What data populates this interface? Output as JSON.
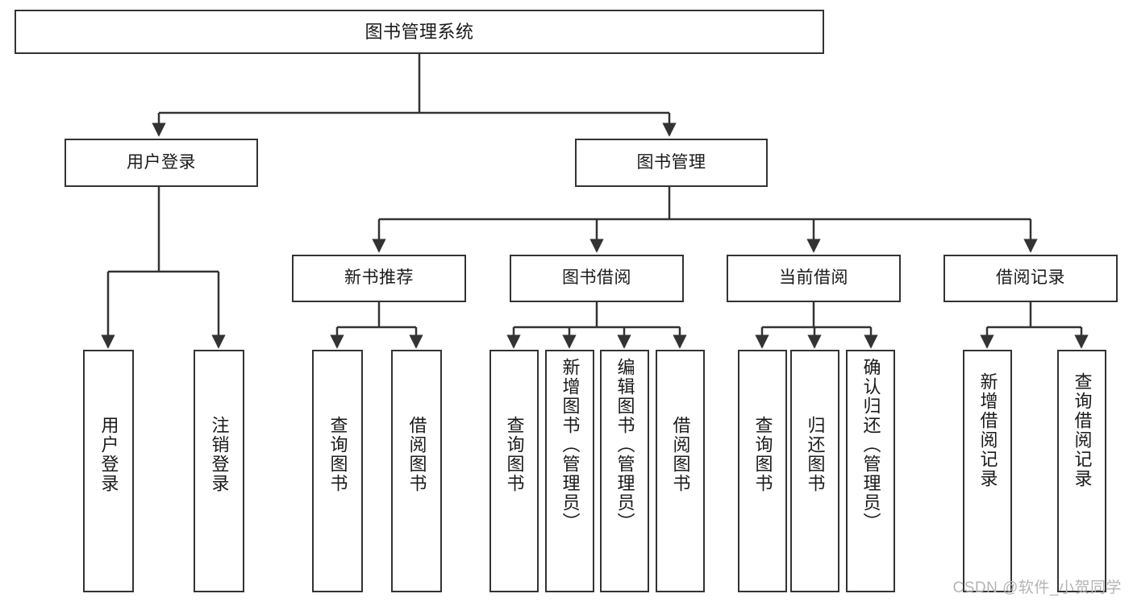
{
  "diagram": {
    "type": "tree",
    "title": "图书管理系统",
    "root": {
      "label": "图书管理系统"
    },
    "level2": [
      {
        "label": "用户登录"
      },
      {
        "label": "图书管理"
      }
    ],
    "level3": [
      {
        "label": "新书推荐"
      },
      {
        "label": "图书借阅"
      },
      {
        "label": "当前借阅"
      },
      {
        "label": "借阅记录"
      }
    ],
    "leaves": {
      "user_login": [
        {
          "label": "用户登录"
        },
        {
          "label": "注销登录"
        }
      ],
      "new_book_recommend": [
        {
          "label": "查询图书"
        },
        {
          "label": "借阅图书"
        }
      ],
      "book_borrow": [
        {
          "label": "查询图书"
        },
        {
          "label": "新增图书（管理员）"
        },
        {
          "label": "编辑图书（管理员）"
        },
        {
          "label": "借阅图书"
        }
      ],
      "current_borrow": [
        {
          "label": "查询图书"
        },
        {
          "label": "归还图书"
        },
        {
          "label": "确认归还（管理员）"
        }
      ],
      "borrow_records": [
        {
          "label": "新增借阅记录"
        },
        {
          "label": "查询借阅记录"
        }
      ]
    },
    "colors": {
      "stroke": "#333333",
      "fill": "#ffffff",
      "text": "#1a1a1a",
      "watermark": "#b4b4b4"
    }
  },
  "watermark": {
    "text": "CSDN @软件_小贺同学"
  }
}
